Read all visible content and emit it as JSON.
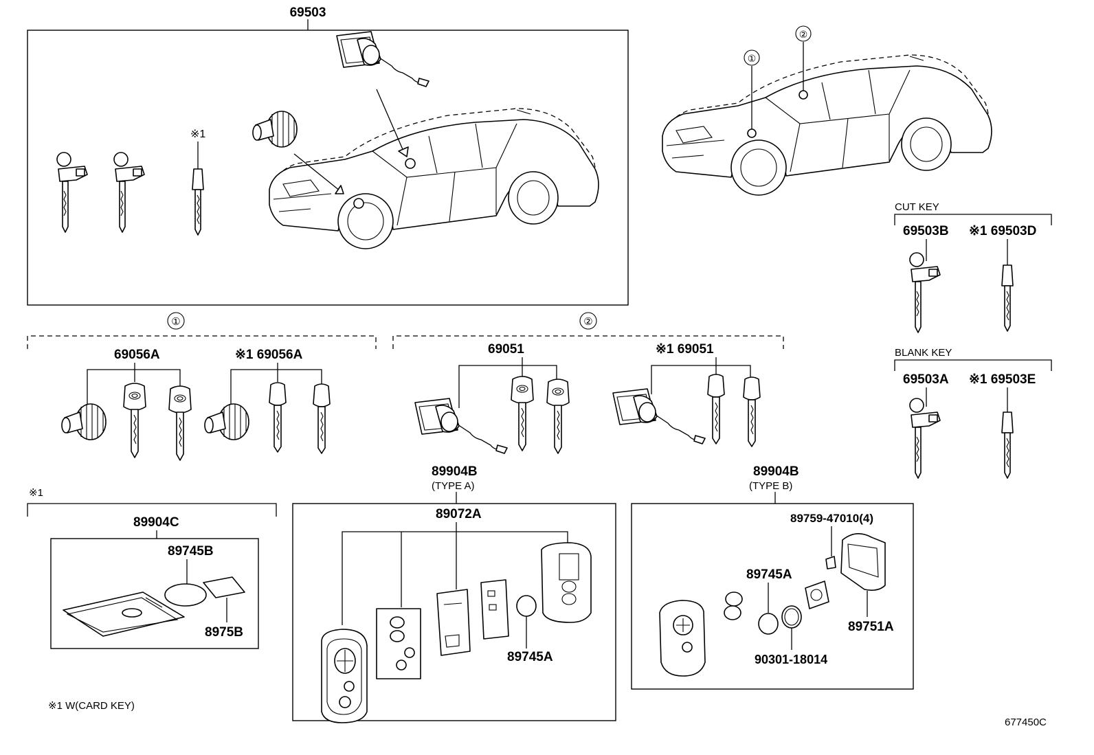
{
  "diagram": {
    "code": "677450C",
    "groups": {
      "main": "69503",
      "circle1": "①",
      "circle2": "②",
      "cut_key": "CUT KEY",
      "blank_key": "BLANK KEY",
      "type_a": "(TYPE A)",
      "type_b": "(TYPE B)",
      "card_note_mark": "※1",
      "footnote": "※1 W(CARD KEY)"
    },
    "parts": {
      "p_69503_note": "※1",
      "p_69503B": "69503B",
      "p_69503D": "※1 69503D",
      "p_69503A": "69503A",
      "p_69503E": "※1 69503E",
      "p_69056A_1": "69056A",
      "p_69056A_2": "※1 69056A",
      "p_69051_1": "69051",
      "p_69051_2": "※1 69051",
      "p_89904B_a": "89904B",
      "p_89904B_b": "89904B",
      "p_89904C": "89904C",
      "p_89745B": "89745B",
      "p_8975B": "8975B",
      "p_89072A": "89072A",
      "p_89745A_a": "89745A",
      "p_89745A_b": "89745A",
      "p_89759": "89759-47010(4)",
      "p_89751A": "89751A",
      "p_90301": "90301-18014"
    },
    "markers": {
      "car_marker_1": "①",
      "car_marker_2": "②"
    }
  }
}
